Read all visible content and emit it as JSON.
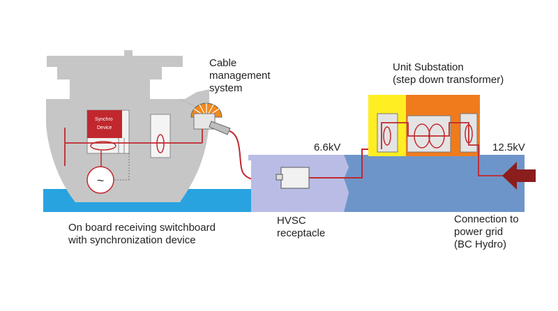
{
  "labels": {
    "cable": [
      "Cable",
      "management",
      "system"
    ],
    "substation": [
      "Unit Substation",
      "(step down transformer)"
    ],
    "voltage_ship_side": "6.6kV",
    "voltage_grid_side": "12.5kV",
    "switchboard": [
      "On board receiving switchboard",
      "with synchronization device"
    ],
    "hvsc": [
      "HVSC",
      "receptacle"
    ],
    "grid": [
      "Connection to",
      "power grid",
      "(BC Hydro)"
    ],
    "synchro": [
      "Synchro",
      "Device"
    ],
    "generator_symbol": "~"
  },
  "colors": {
    "ship_hull": "#c6c6c6",
    "water": "#29a3e0",
    "cable": "#c0282d",
    "dock_light": "#b9bde6",
    "dock_main": "#6e95c9",
    "yellow_box": "#ffee22",
    "orange_box": "#f07b1c",
    "transformer_panel": "#e4e4e4",
    "grid_arrow": "#8b1d1d",
    "synchro_box": "#c0282d"
  }
}
